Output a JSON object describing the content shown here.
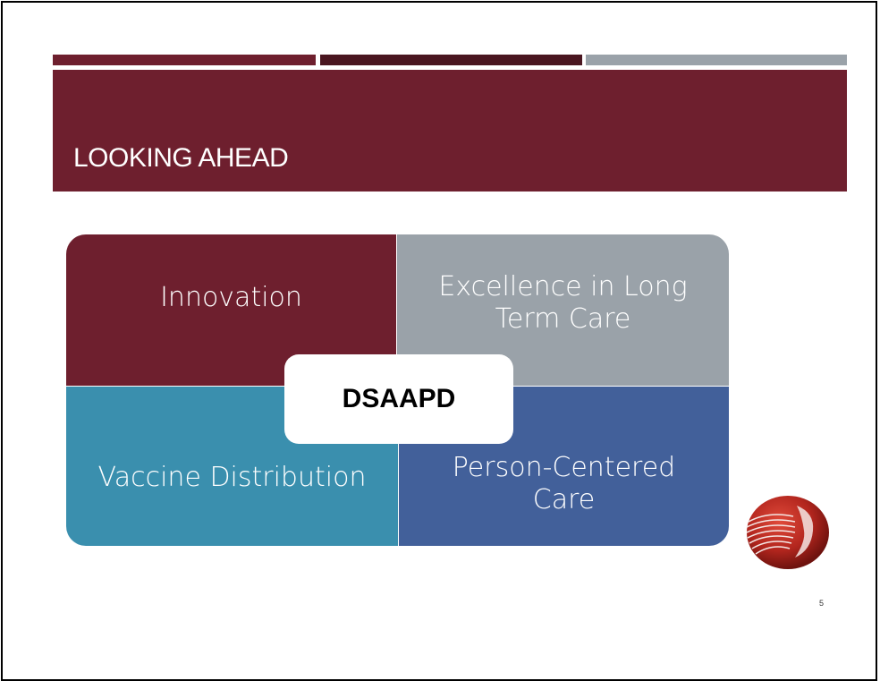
{
  "slide": {
    "title": "LOOKING AHEAD",
    "page_number": "5"
  },
  "matrix": {
    "center_label": "DSAAPD",
    "quadrants": [
      {
        "label": "Innovation",
        "color": "#6e1f2e"
      },
      {
        "label": "Excellence in Long Term Care",
        "color": "#9aa2a9"
      },
      {
        "label": "Vaccine Distribution",
        "color": "#3a8fae"
      },
      {
        "label": "Person-Centered Care",
        "color": "#42609a"
      }
    ]
  },
  "colors": {
    "accent_dark_red": "#6e1f2e",
    "accent_darker_red": "#4a1620",
    "accent_gray": "#9aa2a9"
  },
  "logo": {
    "icon": "organization-logo-icon"
  }
}
